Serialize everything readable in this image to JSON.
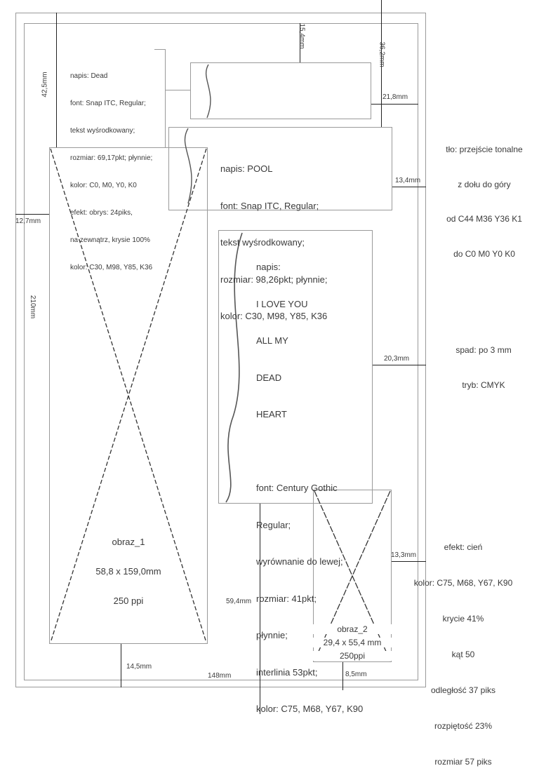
{
  "dead_text": {
    "lines": [
      "napis: Dead",
      "font: Snap ITC, Regular;",
      "tekst wyśrodkowany;",
      "rozmiar: 69,17pkt; płynnie;",
      "kolor: C0, M0, Y0, K0",
      "efekt: obrys: 24piks,",
      "na zewnątrz, krysie 100%",
      "kolor: C30, M98, Y85, K36"
    ]
  },
  "pool_text": {
    "lines": [
      "napis: POOL",
      "font: Snap ITC, Regular;",
      "tekst wyśrodkowany;",
      "rozmiar: 98,26pkt; płynnie;",
      "kolor: C30, M98, Y85, K36"
    ]
  },
  "love_text": {
    "lines": [
      "napis:",
      "I LOVE YOU",
      "ALL MY",
      "DEAD",
      "HEART",
      "",
      "font: Century Gothic",
      "Regular;",
      "wyrównanie do lewej;",
      "rozmiar: 41pkt;",
      "płynnie;",
      "interlinia 53pkt;",
      "kolor: C75, M68, Y67, K90"
    ]
  },
  "background_note": {
    "lines": [
      "tło: przejście tonalne",
      "z dołu do góry",
      "od C44 M36 Y36 K1",
      "do C0 M0 Y0 K0"
    ]
  },
  "bleed_note": {
    "lines": [
      "spad: po 3 mm",
      "tryb: CMYK"
    ]
  },
  "shadow_note": {
    "lines": [
      "efekt: cień",
      "kolor: C75, M68, Y67, K90",
      "krycie 41%",
      "kąt 50",
      "odległość 37 piks",
      "rozpiętość 23%",
      "rozmiar 57 piks"
    ]
  },
  "image1": {
    "name": "obraz_1",
    "size": "58,8 x 159,0mm",
    "ppi": "250 ppi"
  },
  "image2": {
    "name": "obraz_2",
    "size": "29,4 x 55,4 mm",
    "ppi": "250ppi"
  },
  "dimensions": {
    "d42_5": "42,5mm",
    "d15_4": "15,4mm",
    "d36_2": "36,2mm",
    "d21_8": "21,8mm",
    "d13_4": "13,4mm",
    "d12_7": "12,7mm",
    "d210": "210mm",
    "d20_3": "20,3mm",
    "d13_3": "13,3mm",
    "d59_4": "59,4mm",
    "d14_5": "14,5mm",
    "d148": "148mm",
    "d8_5": "8,5mm"
  }
}
